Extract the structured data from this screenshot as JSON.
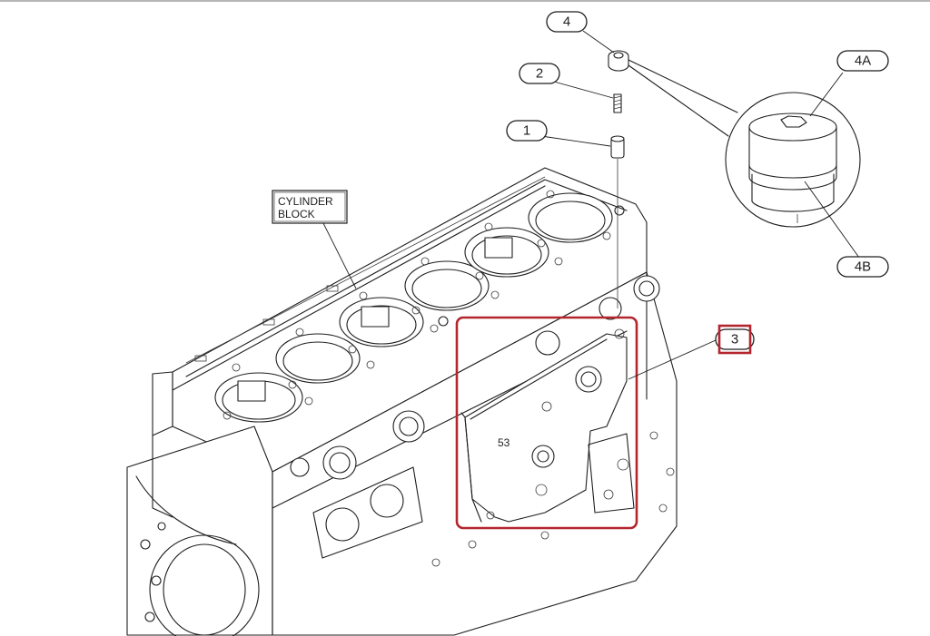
{
  "diagram": {
    "block_label": [
      "CYLINDER",
      "BLOCK"
    ],
    "callouts": {
      "c1": "1",
      "c2": "2",
      "c3": "3",
      "c4": "4",
      "c4a": "4A",
      "c4b": "4B"
    },
    "markings": {
      "cover_mark": "53"
    },
    "colors": {
      "highlight": "#b3262e",
      "ink": "#1e1e1e",
      "background": "#ffffff"
    }
  }
}
